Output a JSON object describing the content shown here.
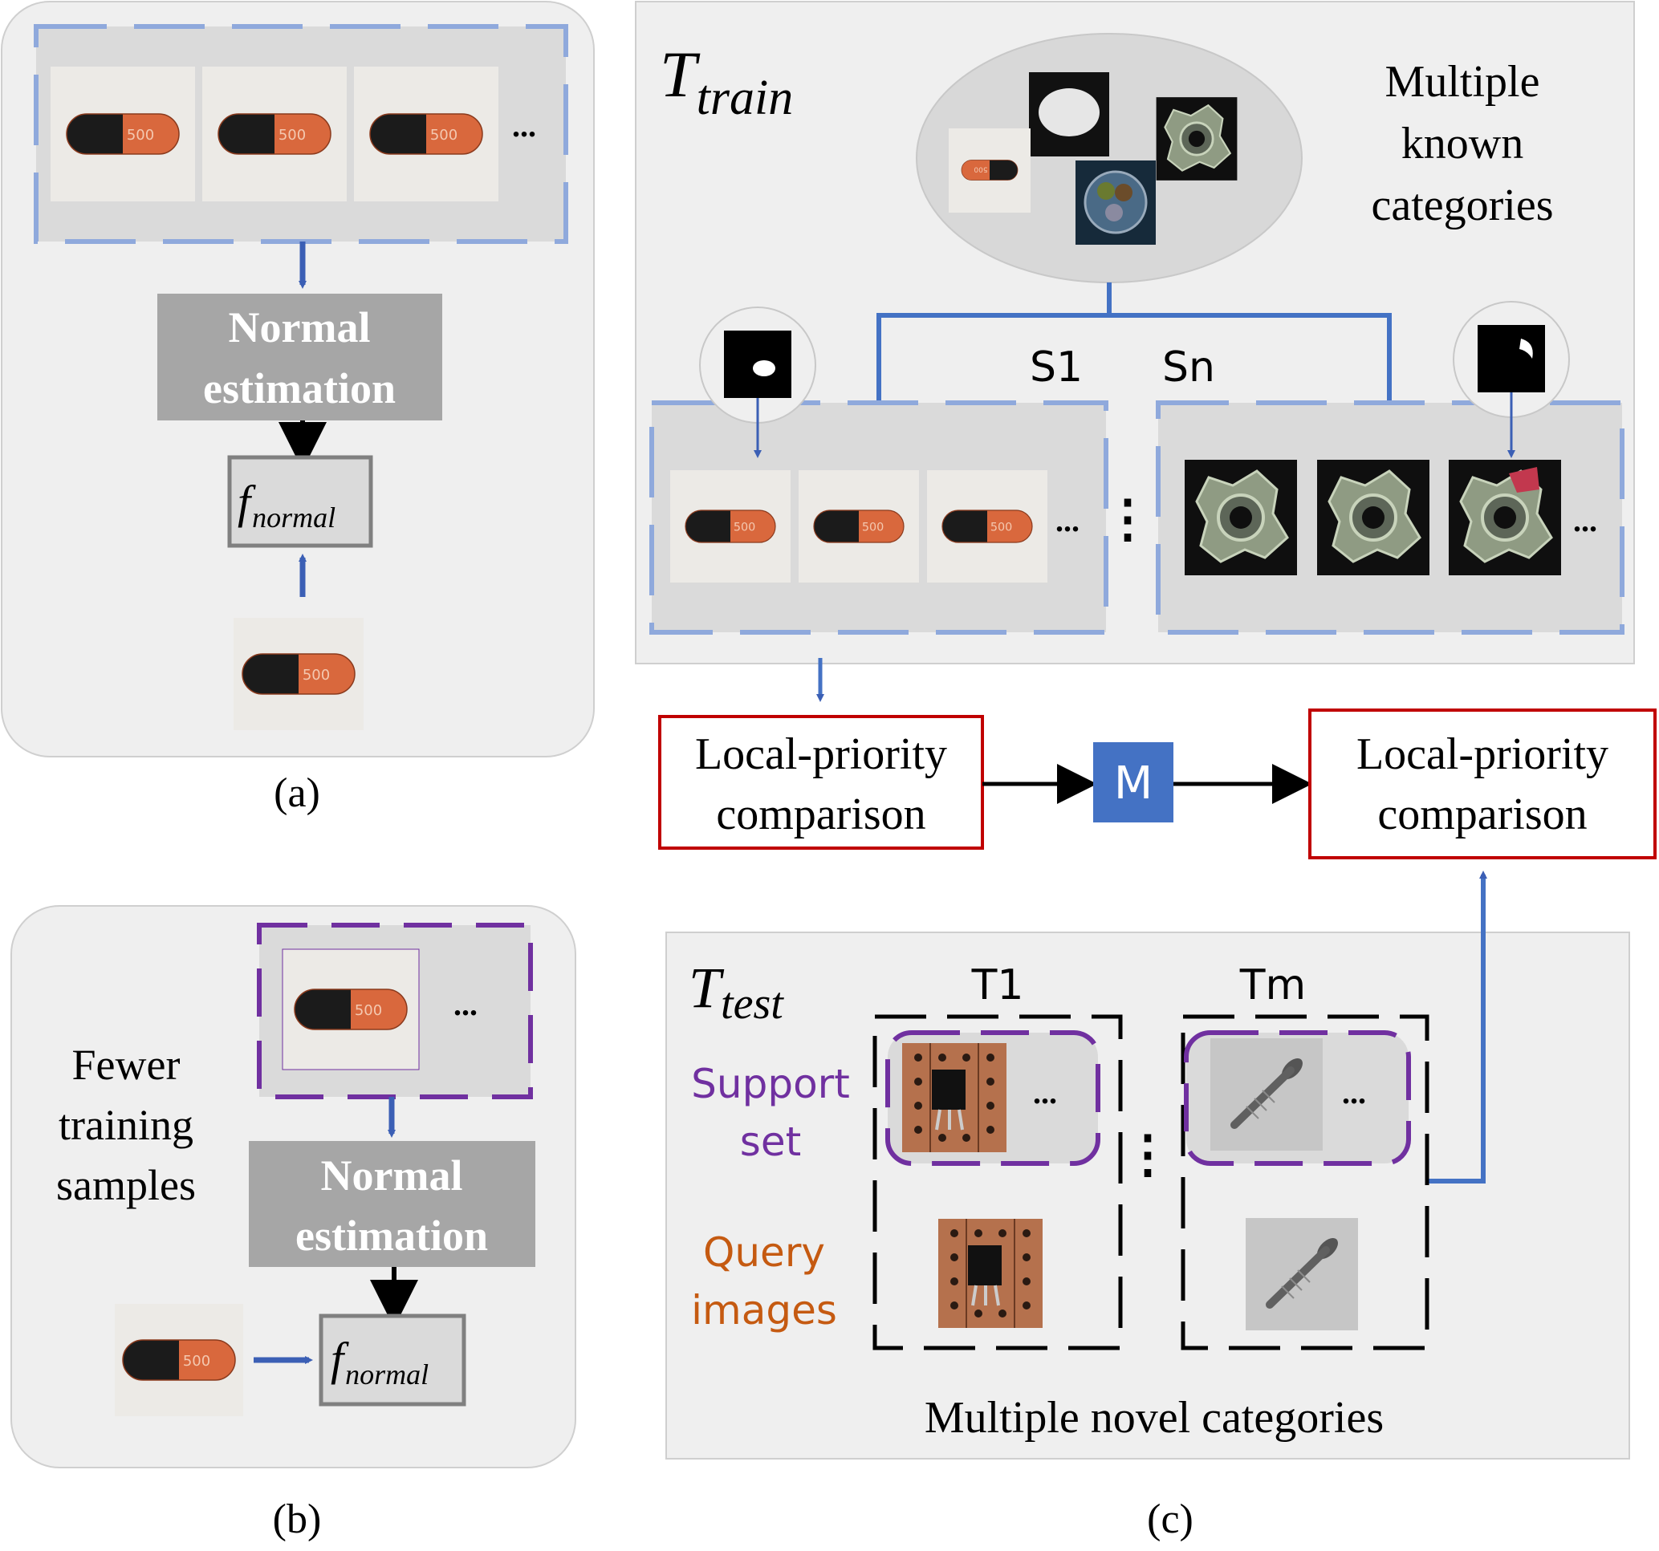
{
  "panel_a": {
    "ellipsis": "...",
    "normal_estimation": [
      "Normal",
      "estimation"
    ],
    "f_symbol": "f",
    "f_subscript": "normal",
    "caption": "(a)"
  },
  "panel_b": {
    "ellipsis": "...",
    "fewer_samples": [
      "Fewer",
      "training",
      "samples"
    ],
    "normal_estimation": [
      "Normal",
      "estimation"
    ],
    "f_symbol": "f",
    "f_subscript": "normal",
    "caption": "(b)"
  },
  "panel_c": {
    "t_train_symbol": "T",
    "t_train_subscript": "train",
    "known_categories": [
      "Multiple",
      "known",
      "categories"
    ],
    "s1_label": "S1",
    "sn_label": "Sn",
    "ellipsis": "...",
    "vdots": "⋮",
    "comparison_left": [
      "Local-priority",
      "comparison"
    ],
    "m_label": "M",
    "comparison_right": [
      "Local-priority",
      "comparison"
    ],
    "t_test_symbol": "T",
    "t_test_subscript": "test",
    "t1_label": "T1",
    "tm_label": "Tm",
    "support_set": [
      "Support",
      "set"
    ],
    "query_images": [
      "Query",
      "images"
    ],
    "novel_categories": "Multiple novel categories",
    "caption": "(c)"
  },
  "colors": {
    "panel_bg": "#efefef",
    "inner_bg": "#dadada",
    "blue_dash": "#8fa9dc",
    "blue_arrow": "#3b5fb5",
    "line_blue": "#4472c4",
    "purple": "#7030a0",
    "red": "#c00000",
    "gray_box": "#a6a6a6",
    "orange": "#c55a11",
    "capsule_orange": "#d9683d",
    "capsule_black": "#1b1b1b",
    "m_box": "#4472c4",
    "grid_brown": "#b5714d",
    "nut_green": "#9aa58e"
  }
}
